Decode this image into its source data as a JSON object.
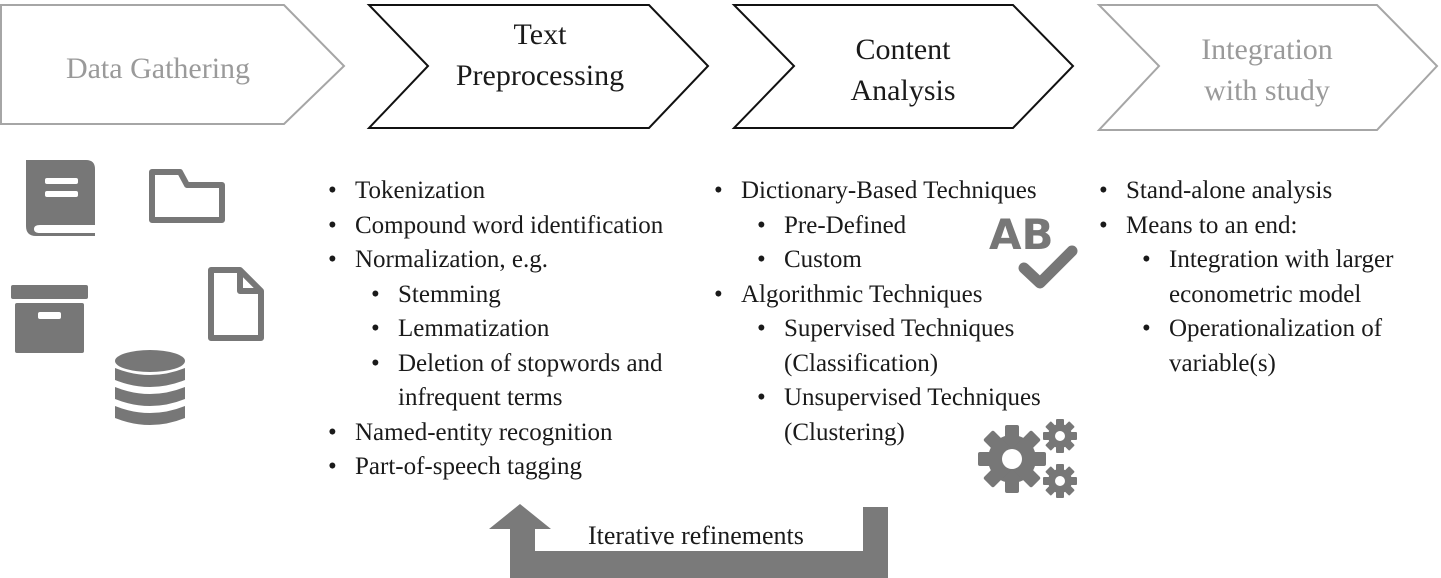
{
  "steps": [
    {
      "line1": "Data Gathering",
      "line2": ""
    },
    {
      "line1": "Text",
      "line2": "Preprocessing"
    },
    {
      "line1": "Content",
      "line2": "Analysis"
    },
    {
      "line1": "Integration",
      "line2": "with study"
    }
  ],
  "colors": {
    "active_text": "#1a1a1a",
    "inactive_text": "#9a9a9a",
    "active_outline": "#111111",
    "inactive_outline": "#a6a6a6",
    "icon_fill": "#777777",
    "arrow_fill": "#7a7a7a"
  },
  "icons": [
    "book-icon",
    "folder-icon",
    "archive-box-icon",
    "document-icon",
    "database-icon",
    "ab-check-icon",
    "gears-icon"
  ],
  "preprocessing": {
    "item0": "Tokenization",
    "item1": "Compound word identification",
    "item2": "Normalization, e.g.",
    "sub0": "Stemming",
    "sub1": "Lemmatization",
    "sub2": "Deletion of stopwords and infrequent terms",
    "item3": "Named-entity recognition",
    "item4": "Part-of-speech tagging"
  },
  "content_analysis": {
    "item0": "Dictionary-Based Techniques",
    "sub0": "Pre-Defined",
    "sub1": "Custom",
    "item1": "Algorithmic Techniques",
    "sub2": "Supervised Techniques (Classification)",
    "sub3": "Unsupervised Techniques (Clustering)"
  },
  "integration": {
    "item0": "Stand-alone analysis",
    "item1": "Means to an end:",
    "sub0": "Integration with larger econometric model",
    "sub1": "Operationalization of variable(s)"
  },
  "feedback": {
    "label": "Iterative refinements"
  }
}
